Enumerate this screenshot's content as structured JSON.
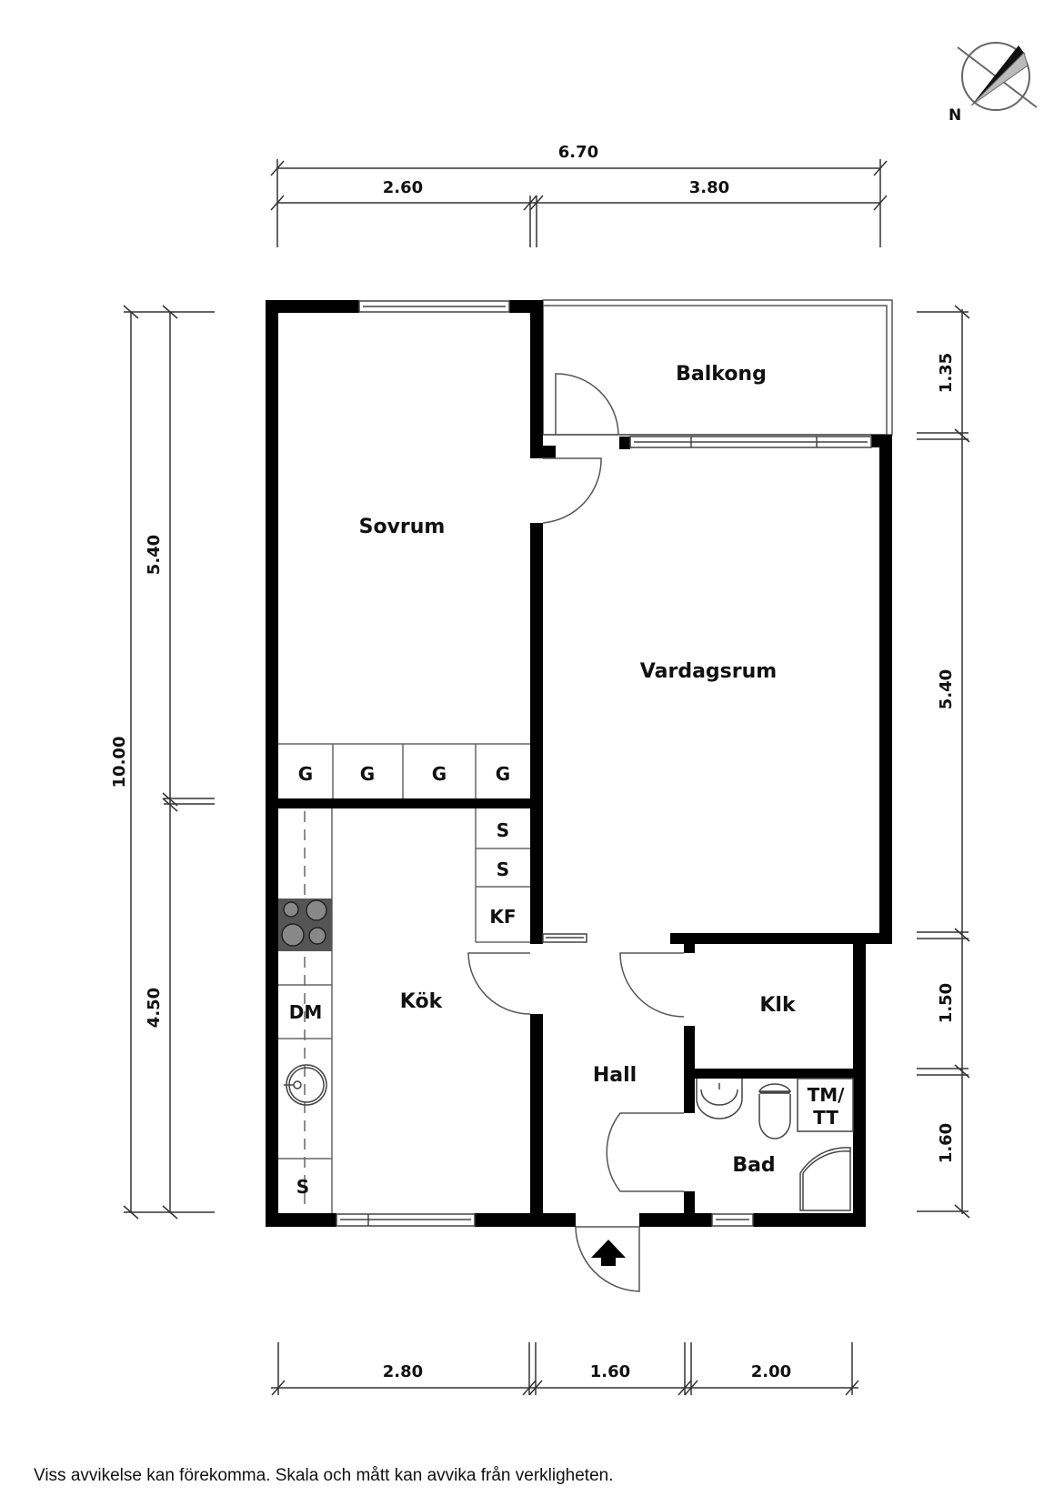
{
  "compass": {
    "north_label": "N"
  },
  "rooms": {
    "balkong": "Balkong",
    "sovrum": "Sovrum",
    "vardagsrum": "Vardagsrum",
    "kok": "Kök",
    "hall": "Hall",
    "klk": "Klk",
    "bad": "Bad"
  },
  "fixtures": {
    "wardrobes": [
      "G",
      "G",
      "G",
      "G"
    ],
    "kitchen_cabinets": [
      "S",
      "S",
      "KF"
    ],
    "dishwasher": "DM",
    "kitchen_s": "S",
    "washer_dryer_line1": "TM/",
    "washer_dryer_line2": "TT"
  },
  "dimensions": {
    "top_total": "6.70",
    "top_left": "2.60",
    "top_right": "3.80",
    "left_total": "10.00",
    "left_upper": "5.40",
    "left_lower": "4.50",
    "right_balkong": "1.35",
    "right_vardagsrum": "5.40",
    "right_klk": "1.50",
    "right_bad": "1.60",
    "bottom_left": "2.80",
    "bottom_mid": "1.60",
    "bottom_right": "2.00"
  },
  "disclaimer": "Viss avvikelse kan förekomma. Skala och mått kan avvika från verkligheten."
}
